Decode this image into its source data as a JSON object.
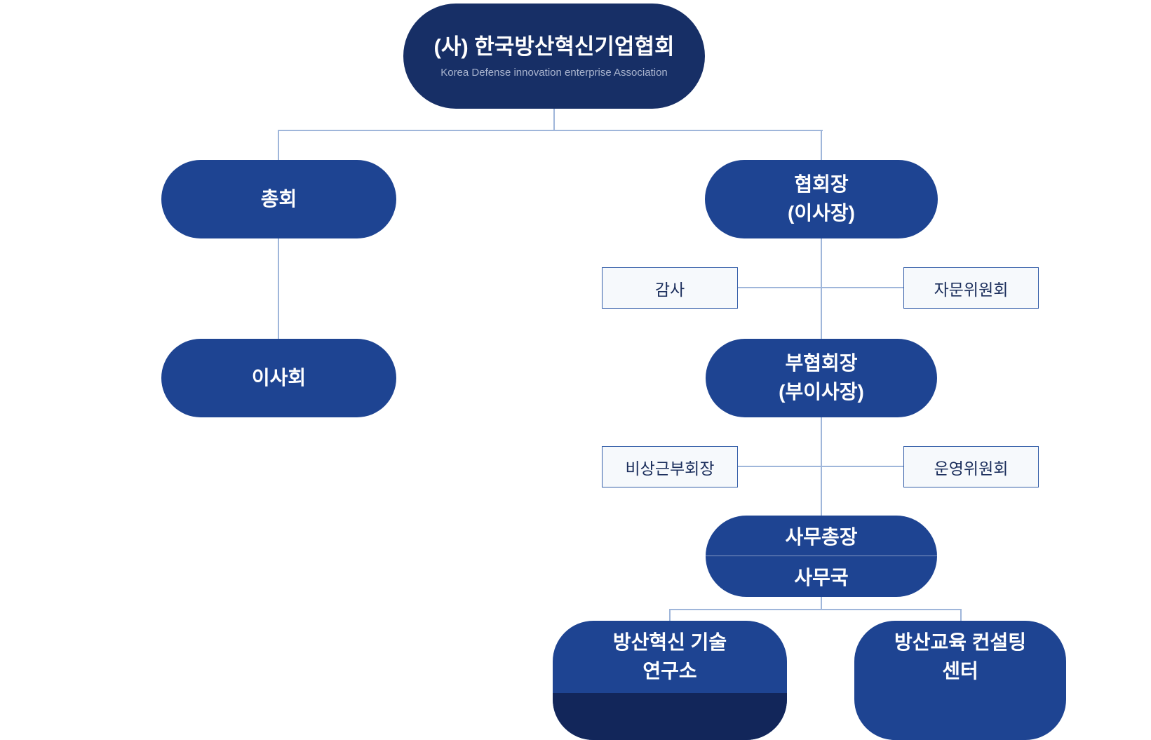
{
  "org": {
    "root": {
      "title": "(사) 한국방산혁신기업협회",
      "subtitle": "Korea Defense innovation enterprise Association"
    },
    "general_assembly": "총회",
    "board_of_directors": "이사회",
    "chairman": "협회장\n(이사장)",
    "auditor": "감사",
    "advisory_committee": "자문위원회",
    "vice_chairman": "부협회장\n(부이사장)",
    "non_executive_vice_chairman": "비상근부회장",
    "steering_committee": "운영위원회",
    "secretary_general": "사무총장",
    "secretariat": "사무국",
    "research_institute": "방산혁신 기술\n연구소",
    "consulting_center": "방산교육 컨설팅\n센터"
  },
  "colors": {
    "root_pill": "#172f66",
    "node_pill": "#1e4492",
    "node_pill_dark_footer": "#12265a",
    "connector_line": "#9fb6da",
    "box_background": "#f6f9fc",
    "box_border": "#355fa9",
    "box_text": "#1b2e5c",
    "pill_text": "#ffffff",
    "subtitle_text": "#a9b4ce"
  }
}
